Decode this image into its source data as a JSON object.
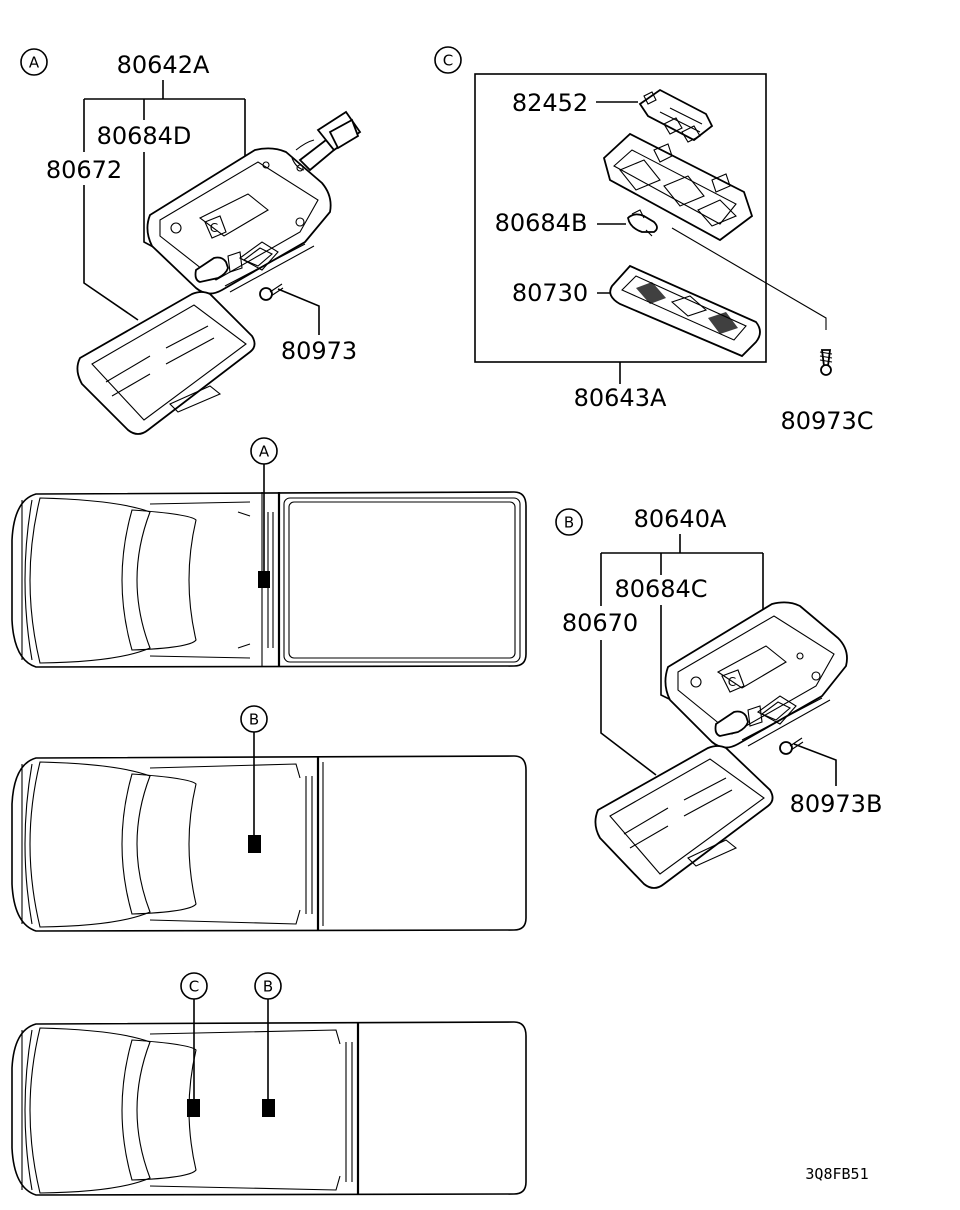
{
  "sections": {
    "a": {
      "marker": "A",
      "labels": {
        "assembly": "80642A",
        "bulb": "80684D",
        "lens": "80672",
        "screw": "80973"
      }
    },
    "c": {
      "marker": "C",
      "labels": {
        "connector": "82452",
        "bulb": "80684B",
        "lens": "80730",
        "assembly": "80643A",
        "screw": "80973C"
      }
    },
    "b": {
      "marker": "B",
      "labels": {
        "assembly": "80640A",
        "bulb": "80684C",
        "lens": "80670",
        "screw": "80973B"
      }
    }
  },
  "locations": {
    "view1": {
      "markers": [
        "A"
      ]
    },
    "view2": {
      "markers": [
        "B"
      ]
    },
    "view3": {
      "markers": [
        "C",
        "B"
      ]
    }
  },
  "diagram_code": "3Q8FB51"
}
